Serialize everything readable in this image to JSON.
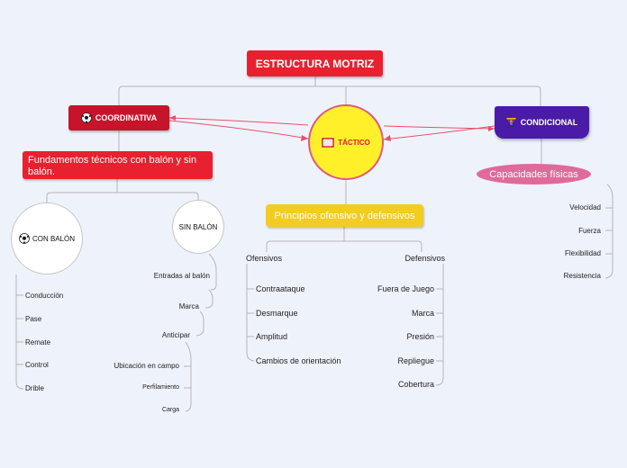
{
  "root": "ESTRUCTURA MOTRIZ",
  "coordinativa": {
    "label": "COORDINATIVA",
    "icon": "soccer-ball-icon"
  },
  "tactico": {
    "label": "TÁCTICO",
    "icon": "goal-icon"
  },
  "condicional": {
    "label": "CONDICIONAL",
    "icon": "weightlifter-icon"
  },
  "fundamentos": "Fundamentos técnicos  con balón y sin balón.",
  "con_balon": {
    "label": "CON BALÓN",
    "icon": "soccer-ball-icon",
    "items": [
      "Conducción",
      "Pase",
      "Remate",
      "Control",
      "Drible"
    ]
  },
  "sin_balon": {
    "label": "SIN BALÓN",
    "items": [
      "Entradas al balón",
      "Marca",
      "Anticipar",
      "Ubicación en campo",
      "Perfilamiento",
      "Carga"
    ]
  },
  "principios": "Principios ofensivo y defensivos",
  "ofensivos": {
    "label": "Ofensivos",
    "items": [
      "Contraataque",
      "Desmarque",
      "Amplitud",
      "Cambios de orientación"
    ]
  },
  "defensivos": {
    "label": "Defensivos",
    "items": [
      "Fuera de Juego",
      "Marca",
      "Presión",
      "Repliegue",
      "Cobertura"
    ]
  },
  "capacidades": {
    "label": "Capacidades físicas",
    "items": [
      "Velocidad",
      "Fuerza",
      "Flexibilidad",
      "Resistencia"
    ]
  },
  "colors": {
    "root": "#e8202f",
    "coordinativa": "#c8142b",
    "condicional": "#4a1aa8",
    "tactico": "#fff02a",
    "principios": "#f3cc20",
    "capacidades": "#e06a9a",
    "connector": "#b0b0b0",
    "relation": "#e8506a"
  }
}
